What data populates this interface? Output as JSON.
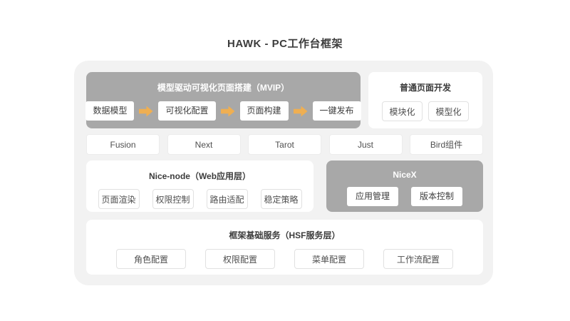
{
  "page": {
    "title": "HAWK - PC工作台框架"
  },
  "colors": {
    "container_bg": "#F2F2F2",
    "dark_panel": "#A8A8A8",
    "accent_arrow": "#EFAF52"
  },
  "mvip": {
    "title": "模型驱动可视化页面搭建（MVIP）",
    "steps": [
      "数据模型",
      "可视化配置",
      "页面构建",
      "一键发布"
    ]
  },
  "normal_dev": {
    "title": "普通页面开发",
    "items": [
      "模块化",
      "模型化"
    ]
  },
  "tech_row": {
    "items": [
      "Fusion",
      "Next",
      "Tarot",
      "Just",
      "Bird组件"
    ]
  },
  "nice_node": {
    "title": "Nice-node（Web应用层）",
    "items": [
      "页面渲染",
      "权限控制",
      "路由适配",
      "稳定策略"
    ]
  },
  "nicex": {
    "title": "NiceX",
    "items": [
      "应用管理",
      "版本控制"
    ]
  },
  "base_services": {
    "title": "框架基础服务（HSF服务层）",
    "items": [
      "角色配置",
      "权限配置",
      "菜单配置",
      "工作流配置"
    ]
  }
}
